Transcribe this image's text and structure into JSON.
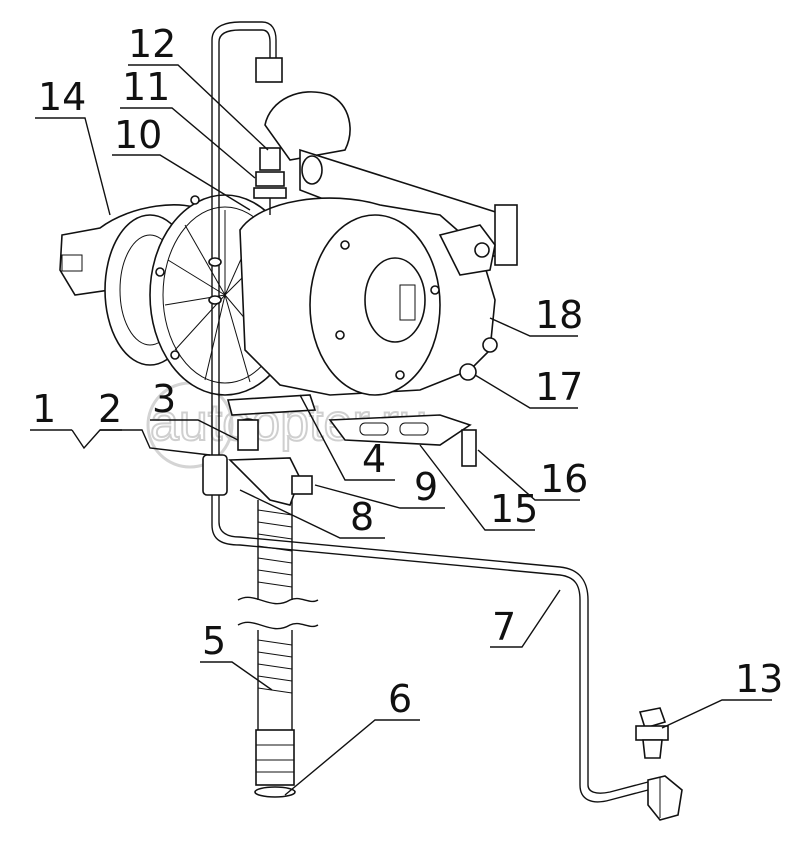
{
  "figure": {
    "watermark": "autoopter.ru",
    "callouts": [
      {
        "id": "c1",
        "label": "1"
      },
      {
        "id": "c2",
        "label": "2"
      },
      {
        "id": "c3",
        "label": "3"
      },
      {
        "id": "c4",
        "label": "4"
      },
      {
        "id": "c5",
        "label": "5"
      },
      {
        "id": "c6",
        "label": "6"
      },
      {
        "id": "c7",
        "label": "7"
      },
      {
        "id": "c8",
        "label": "8"
      },
      {
        "id": "c9",
        "label": "9"
      },
      {
        "id": "c10",
        "label": "10"
      },
      {
        "id": "c11",
        "label": "11"
      },
      {
        "id": "c12",
        "label": "12"
      },
      {
        "id": "c13",
        "label": "13"
      },
      {
        "id": "c14",
        "label": "14"
      },
      {
        "id": "c15",
        "label": "15"
      },
      {
        "id": "c16",
        "label": "16"
      },
      {
        "id": "c17",
        "label": "17"
      },
      {
        "id": "c18",
        "label": "18"
      }
    ]
  }
}
